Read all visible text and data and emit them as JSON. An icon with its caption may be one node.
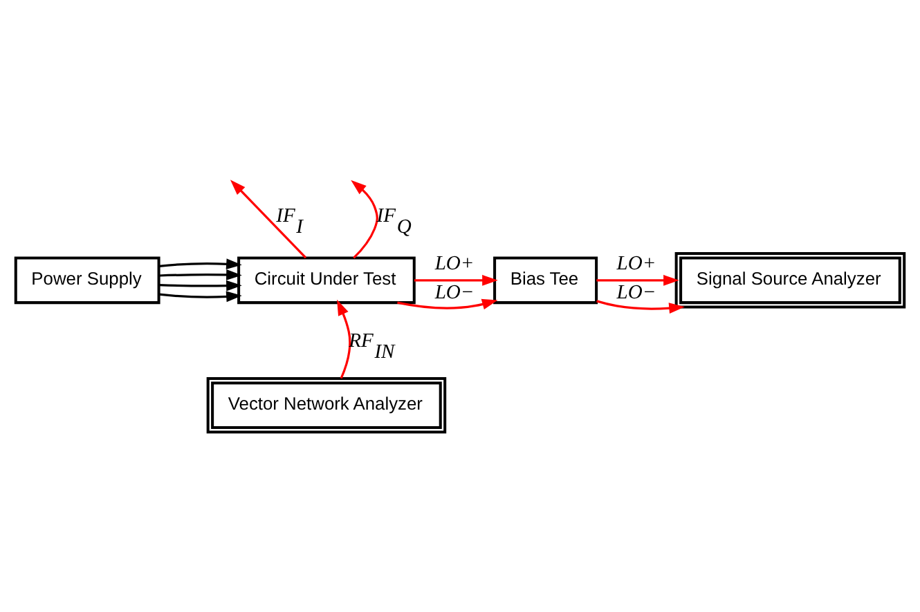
{
  "diagram": {
    "nodes": [
      {
        "text": [
          "Power Supply"
        ]
      },
      {
        "text": [
          "Circuit Under Test"
        ]
      },
      {
        "text": [
          "Bias Tee"
        ]
      },
      {
        "text": [
          "Signal Source Analyzer"
        ]
      },
      {
        "text": [
          "Vector Network Analyzer"
        ]
      }
    ],
    "edges": [
      {
        "from": 0,
        "to": 1,
        "arrow": "to",
        "color": "#000000"
      },
      {
        "from": 0,
        "to": 1,
        "arrow": "to",
        "color": "#000000"
      },
      {
        "from": 0,
        "to": 1,
        "arrow": "to",
        "color": "#000000"
      },
      {
        "from": 0,
        "to": 1,
        "arrow": "to",
        "color": "#000000"
      },
      {
        "from": 1,
        "to": null,
        "arrow": "to",
        "label": "IF$_{I}$"
      },
      {
        "from": 1,
        "to": null,
        "arrow": "to",
        "label": "IF$_{Q}$"
      },
      {
        "from": 1,
        "to": 2,
        "arrow": "to",
        "label": "LO+"
      },
      {
        "from": 1,
        "to": 2,
        "arrow": "to",
        "label": "LO−"
      },
      {
        "from": 2,
        "to": 3,
        "arrow": "to",
        "label": "LO+"
      },
      {
        "from": 2,
        "to": 3,
        "arrow": "to",
        "label": "LO−"
      },
      {
        "from": 4,
        "to": 1,
        "arrow": "to",
        "label": "RF$_{IN}$"
      }
    ]
  }
}
